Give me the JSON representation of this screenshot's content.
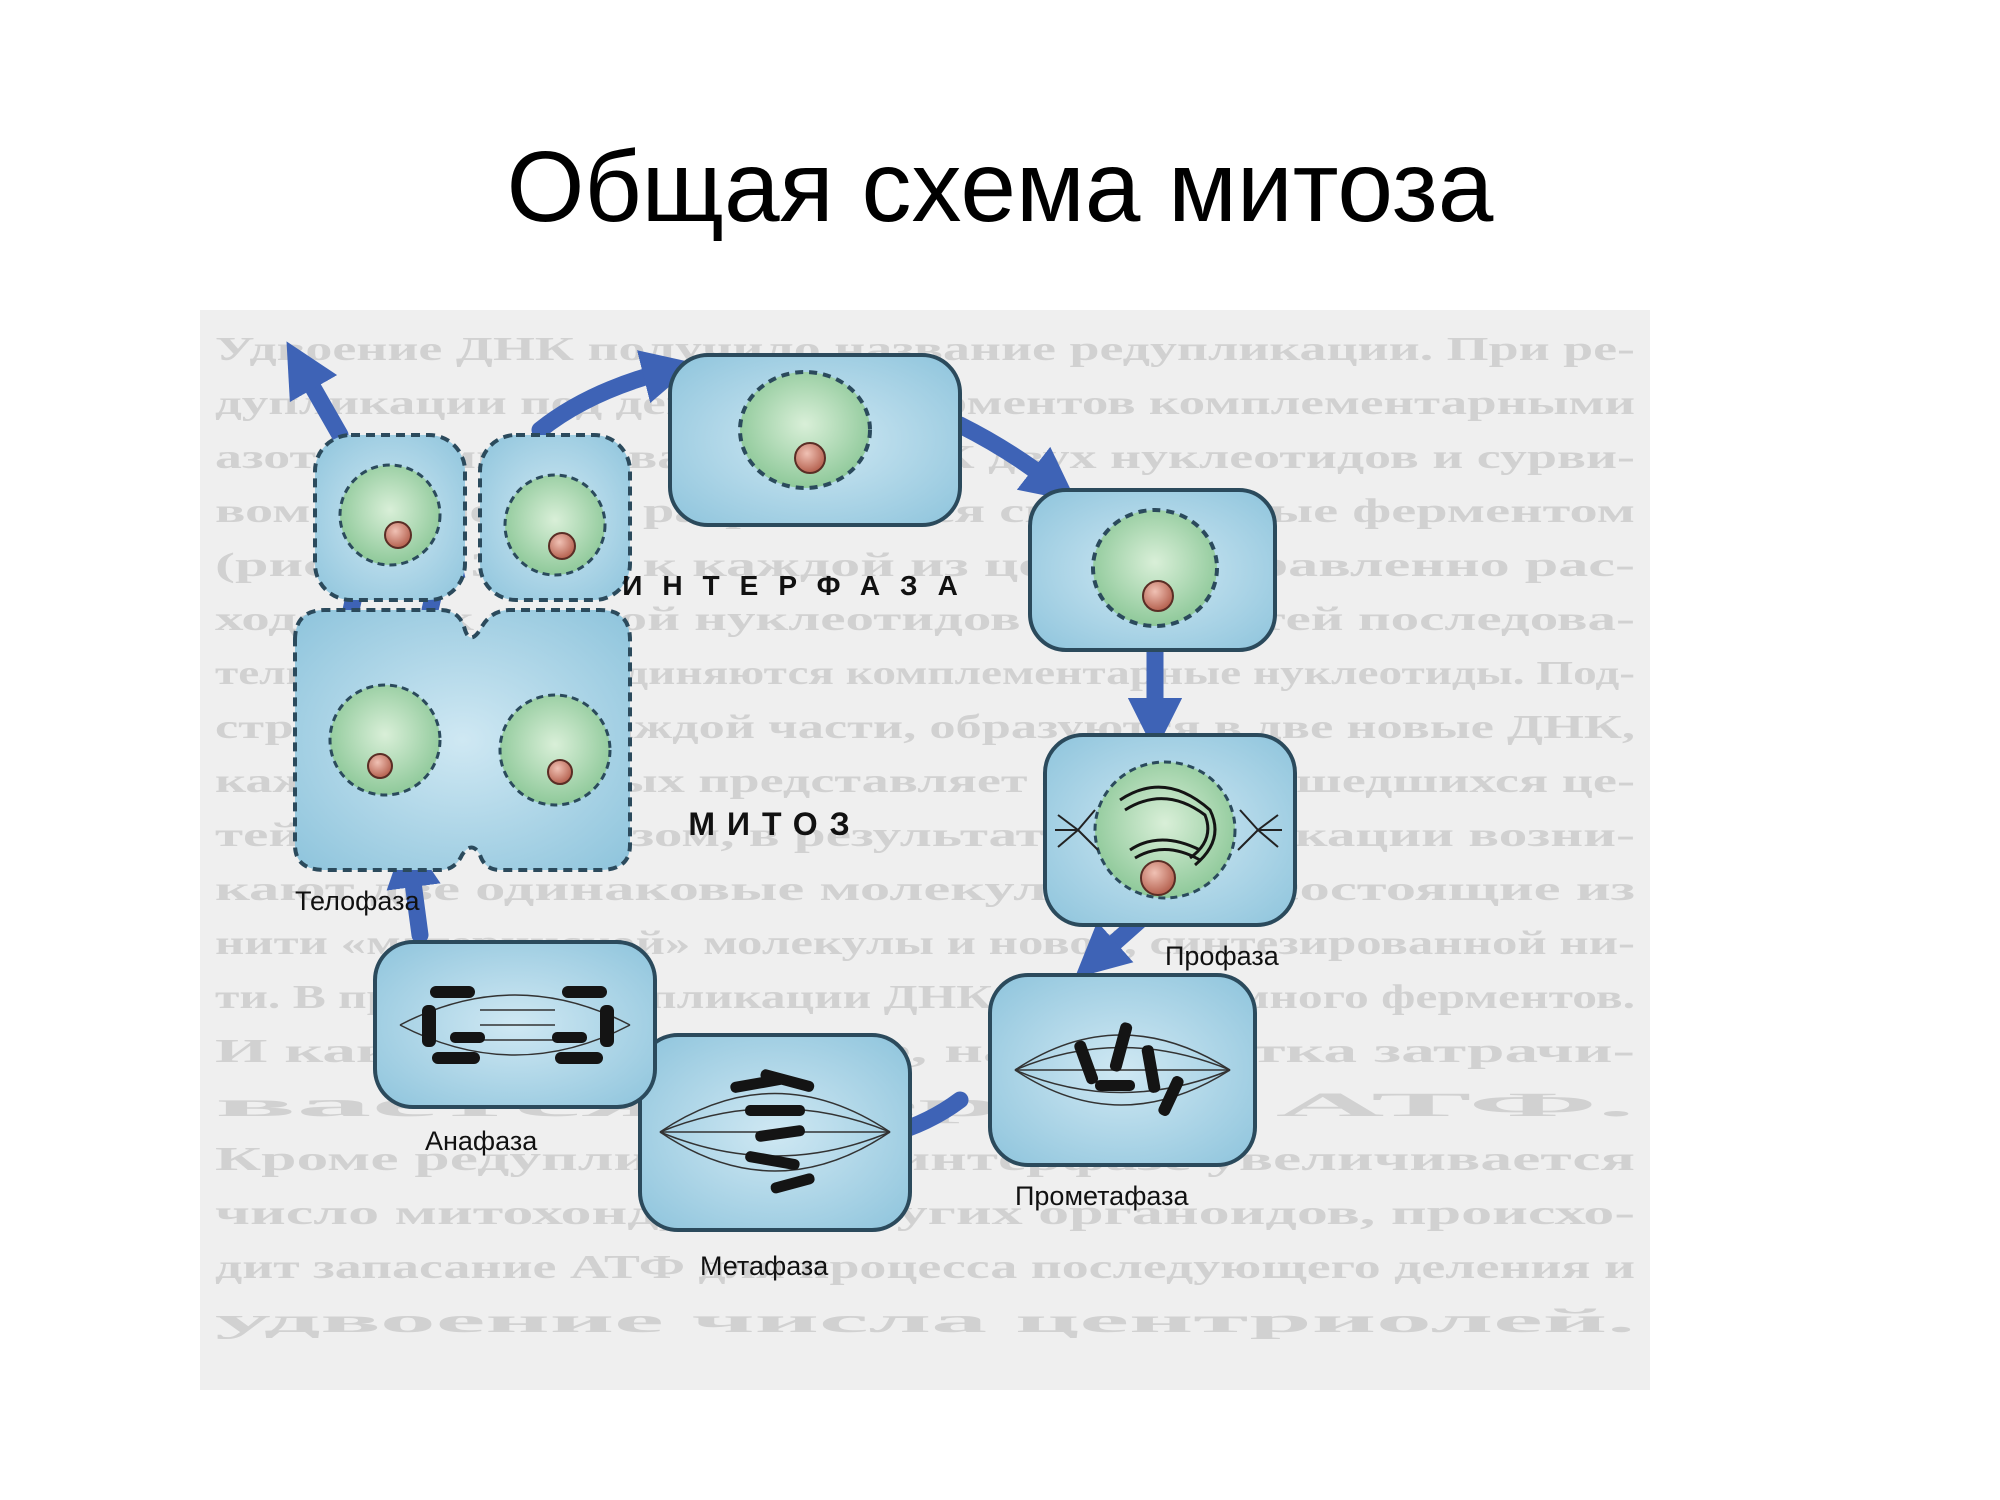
{
  "slide": {
    "title": "Общая схема митоза"
  },
  "diagram": {
    "cycle_label": "ИНТЕРФАЗА",
    "division_label": "МИТОЗ",
    "phases": [
      {
        "id": "telophase",
        "label": "Телофаза"
      },
      {
        "id": "anaphase",
        "label": "Анафаза"
      },
      {
        "id": "metaphase",
        "label": "Метафаза"
      },
      {
        "id": "prometaphase",
        "label": "Прометафаза"
      },
      {
        "id": "prophase",
        "label": "Профаза"
      }
    ],
    "background_text": [
      "Удвоение ДНК получило название редупликации. При ре-",
      "дупликации под действием ферментов комплементарными",
      "азотистыми основаниями ДНК двух нуклеотидов и сурви-",
      "вом водородных разрываются специальные ферментом",
      "(рис. 18). Затем к каждой из цепей направленно рас-",
      "ходятся, к каждой нуклеотидов обеих нитей последова-",
      "тельностью присоединяются комплементарные нуклеотиды. Под-",
      "страиваются к каждой части, образуются в две новые ДНК,",
      "каждая из которых представляет собой разошедшихся це-",
      "тей. Таким образом, в результате редупликации возни-",
      "кают две одинаковые молекулы ДНК, состоящие из",
      "нити «материнской» молекулы и новой, синтезированной ни-",
      "ти. В процессе редупликации ДНК участвует много ферментов.",
      "И как в любом синтезе, на это клетка затрачи-",
      "вается энергия АТФ.",
      "Кроме редупликации в интерфазе увеличивается",
      "число митохондрий и других органоидов, происхо-",
      "дит запасание АТФ для процесса последующего деления и",
      "удвоение числа центриолей."
    ],
    "colors": {
      "cell_fill": "#a9d3e6",
      "cell_stroke": "#2b4a5c",
      "nucleus_fill": "#8fc99a",
      "nucleolus_fill": "#c97b6a",
      "arrow": "#3e63b6",
      "chromosome": "#141414"
    }
  }
}
